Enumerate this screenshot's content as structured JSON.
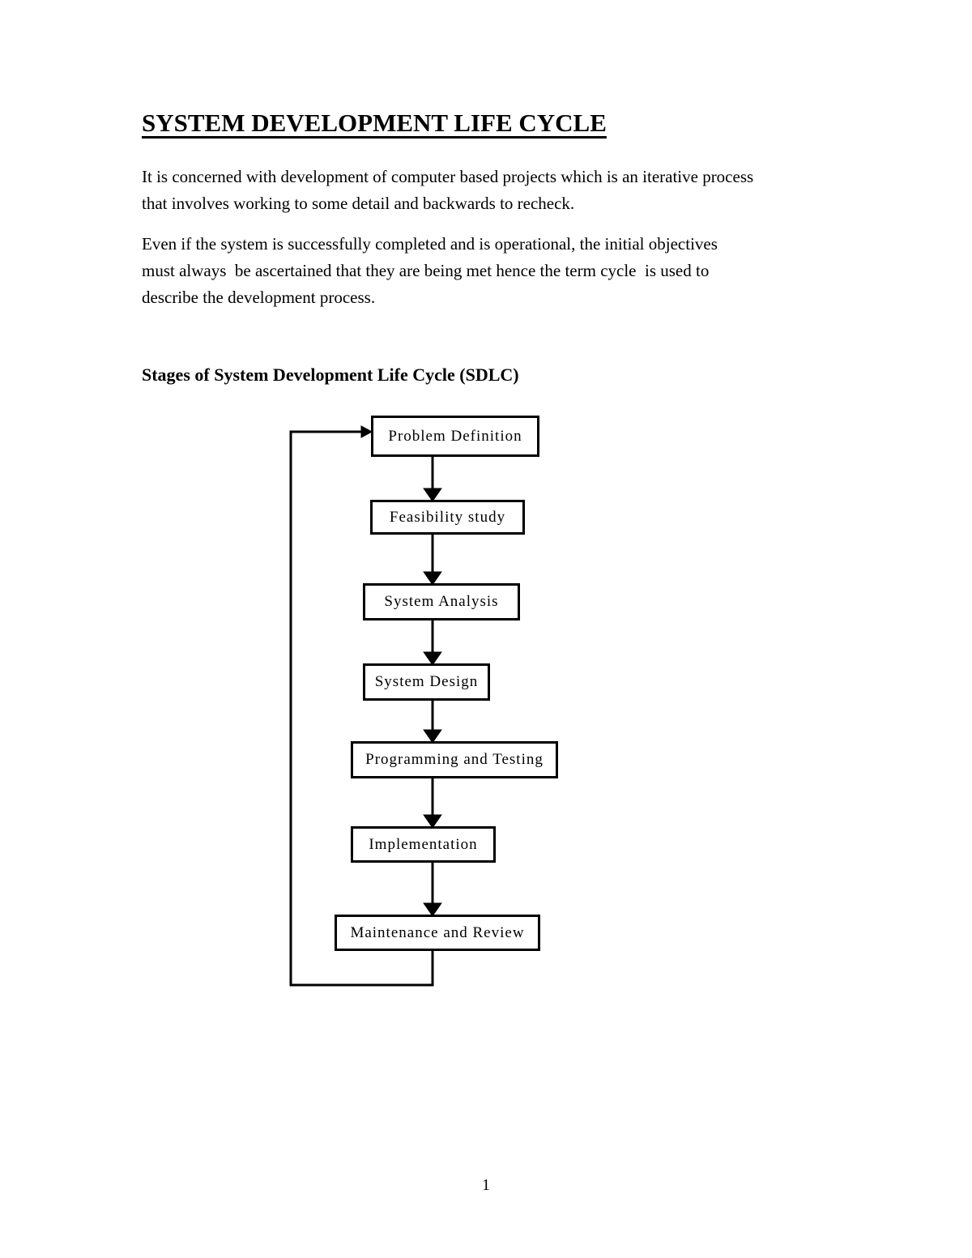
{
  "doc": {
    "title": "SYSTEM DEVELOPMENT LIFE CYCLE",
    "paragraphs": [
      "It is concerned with development of computer based projects which is an iterative process\nthat involves working to some detail and backwards to recheck.",
      "Even if the system is successfully completed and is operational, the initial objectives\nmust always  be ascertained that they are being met hence the term cycle  is used to\ndescribe the development process."
    ],
    "section_heading": "Stages of System Development Life Cycle (SDLC)",
    "page_number": "1"
  },
  "flowchart": {
    "line_color": "#000000",
    "box_background": "#ffffff",
    "stages": [
      {
        "label": "Problem Definition"
      },
      {
        "label": "Feasibility study"
      },
      {
        "label": "System Analysis"
      },
      {
        "label": "System Design"
      },
      {
        "label": "Programming and Testing"
      },
      {
        "label": "Implementation"
      },
      {
        "label": "Maintenance and Review"
      }
    ]
  }
}
